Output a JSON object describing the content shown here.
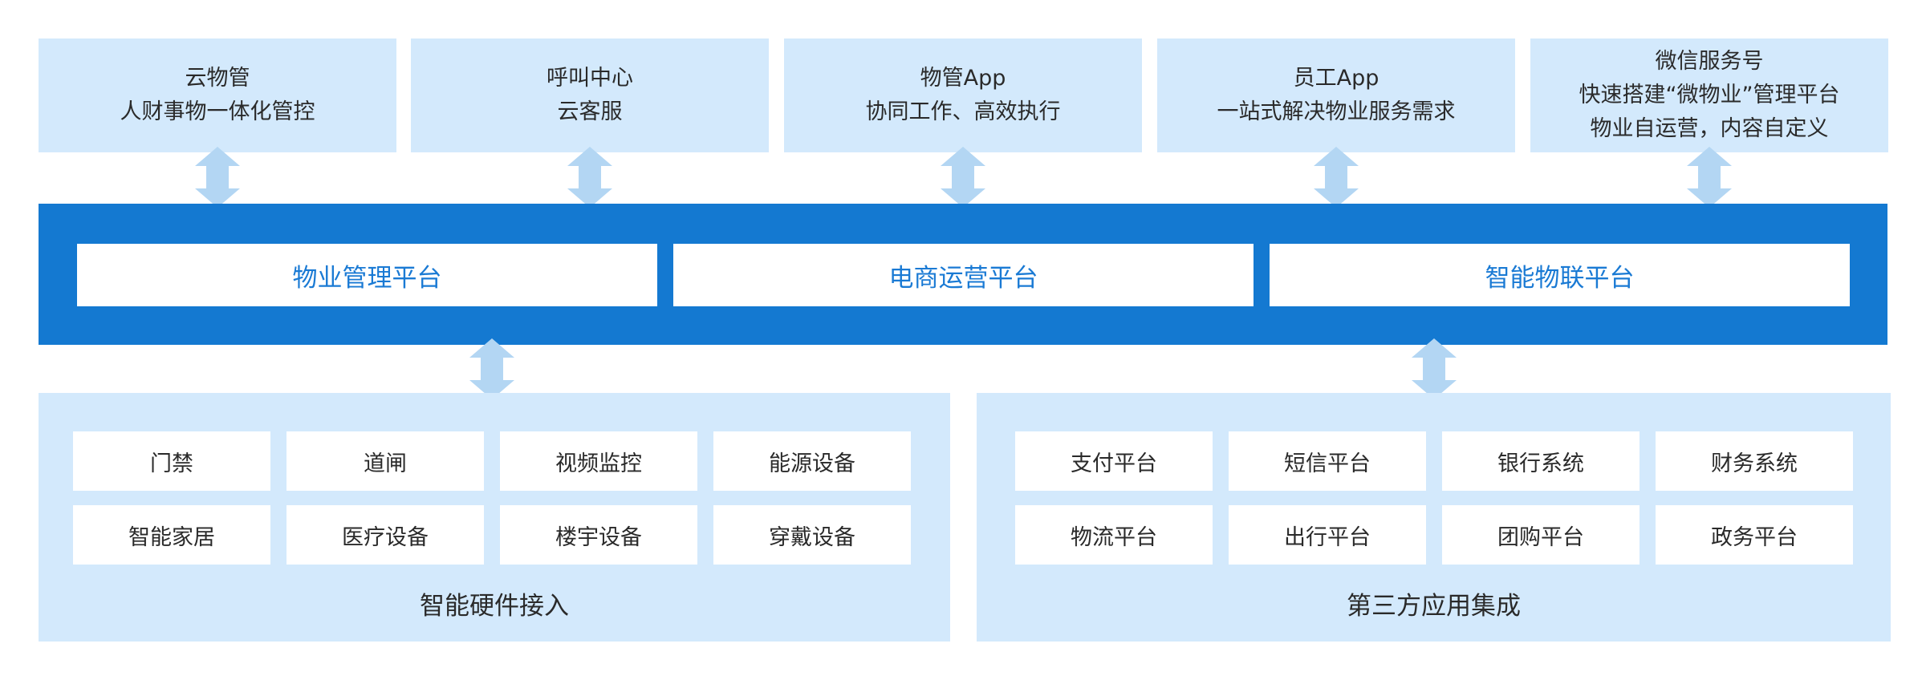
{
  "top_boxes": [
    {
      "line1": "云物管",
      "line2": "人财事物一体化管控"
    },
    {
      "line1": "呼叫中心",
      "line2": "云客服"
    },
    {
      "line1": "物管App",
      "line2": "协同工作、高效执行"
    },
    {
      "line1": "员工App",
      "line2": "一站式解决物业服务需求"
    },
    {
      "line1": "微信服务号",
      "line2": "快速搭建“微物业”管理平台",
      "line3": "物业自运营，内容自定义"
    }
  ],
  "platforms": [
    "物业管理平台",
    "电商运营平台",
    "智能物联平台"
  ],
  "hardware": {
    "title": "智能硬件接入",
    "items": [
      "门禁",
      "道闸",
      "视频监控",
      "能源设备",
      "智能家居",
      "医疗设备",
      "楼宇设备",
      "穿戴设备"
    ]
  },
  "third_party": {
    "title": "第三方应用集成",
    "items": [
      "支付平台",
      "短信平台",
      "银行系统",
      "财务系统",
      "物流平台",
      "出行平台",
      "团购平台",
      "政务平台"
    ]
  },
  "colors": {
    "light_blue": "#d3e9fc",
    "main_blue": "#1479d1",
    "platform_text": "#1a7ad4",
    "arrow": "#b3d6f3"
  }
}
